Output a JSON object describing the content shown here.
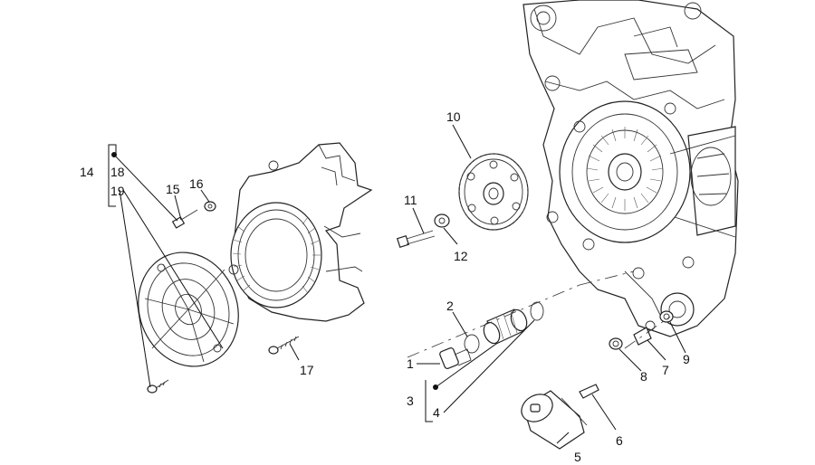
{
  "callouts": [
    {
      "id": "1",
      "text": "1"
    },
    {
      "id": "2",
      "text": "2"
    },
    {
      "id": "3",
      "text": "3"
    },
    {
      "id": "4",
      "text": "4"
    },
    {
      "id": "5",
      "text": "5"
    },
    {
      "id": "6",
      "text": "6"
    },
    {
      "id": "7",
      "text": "7"
    },
    {
      "id": "8",
      "text": "8"
    },
    {
      "id": "9",
      "text": "9"
    },
    {
      "id": "10",
      "text": "10"
    },
    {
      "id": "11",
      "text": "11"
    },
    {
      "id": "12",
      "text": "12"
    },
    {
      "id": "14",
      "text": "14"
    },
    {
      "id": "15",
      "text": "15"
    },
    {
      "id": "16",
      "text": "16"
    },
    {
      "id": "17",
      "text": "17"
    },
    {
      "id": "18",
      "text": "18"
    },
    {
      "id": "19",
      "text": "19"
    }
  ]
}
